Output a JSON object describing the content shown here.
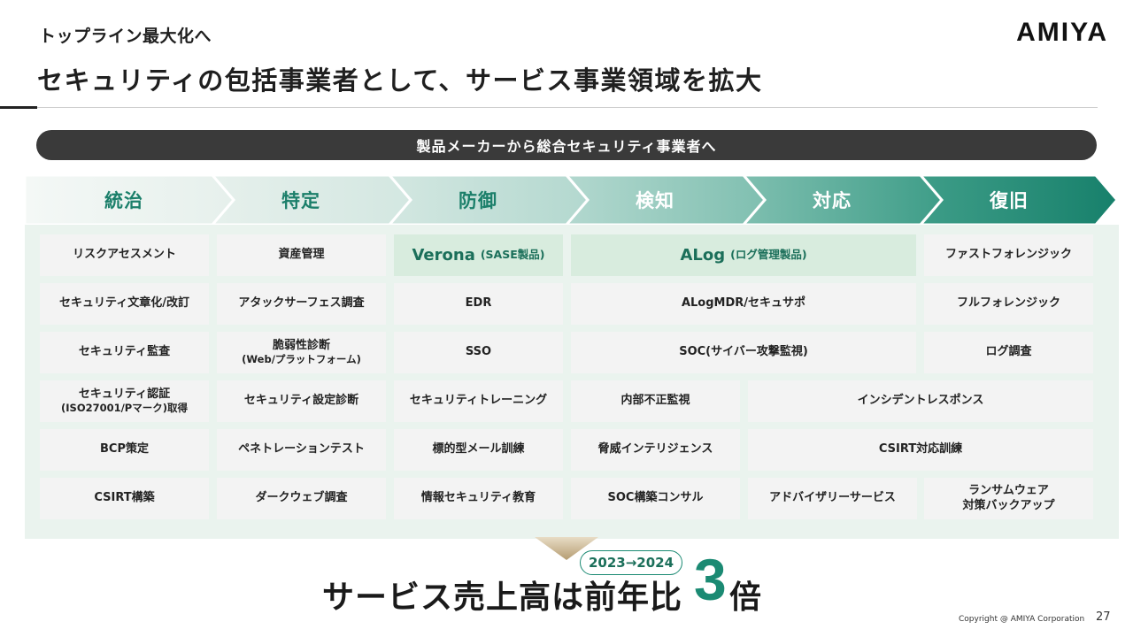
{
  "header": {
    "subtitle": "トップライン最大化へ",
    "title": "セキュリティの包括事業者として、サービス事業領域を拡大",
    "logo_text": "AMIYA"
  },
  "banner": "製品メーカーから総合セキュリティ事業者へ",
  "phases": [
    "統治",
    "特定",
    "防御",
    "検知",
    "対応",
    "復旧"
  ],
  "colors": {
    "accent": "#1b8a73",
    "banner_bg": "#3a3a3a",
    "panel_bg": "#eaf3ee",
    "cell_bg": "#f3f3f3",
    "highlight_bg": "#d8ecde"
  },
  "cells": {
    "c1": [
      "リスクアセスメント",
      "セキュリティ文章化/改訂",
      "セキュリティ監査",
      "セキュリティ認証",
      "BCP策定",
      "CSIRT構築"
    ],
    "c1_cert_sub": "(ISO27001/Pマーク)取得",
    "c2": [
      "資産管理",
      "アタックサーフェス調査",
      "脆弱性診断",
      "セキュリティ設定診断",
      "ペネトレーションテスト",
      "ダークウェブ調査"
    ],
    "c2_vuln_sub": "(Web/プラットフォーム)",
    "c3": [
      "EDR",
      "SSO",
      "セキュリティトレーニング",
      "標的型メール訓練",
      "情報セキュリティ教育"
    ],
    "verona": {
      "name": "Verona",
      "note": "(SASE製品)"
    },
    "alog": {
      "name": "ALog",
      "note": "(ログ管理製品)"
    },
    "c4_span": [
      "ALogMDR/セキュサポ",
      "SOC(サイバー攻撃監視)"
    ],
    "c4": [
      "内部不正監視",
      "脅威インテリジェンス",
      "SOC構築コンサル"
    ],
    "c56_span": [
      "インシデントレスポンス",
      "CSIRT対応訓練"
    ],
    "c5": [
      "アドバイザリーサービス"
    ],
    "c6": [
      "ファストフォレンジック",
      "フルフォレンジック",
      "ログ調査"
    ],
    "ransom": [
      "ランサムウェア",
      "対策バックアップ"
    ]
  },
  "result": {
    "years": "2023→2024",
    "text": "サービス売上高は前年比",
    "number": "3",
    "unit": "倍"
  },
  "footer": {
    "copyright": "Copyright @ AMIYA Corporation",
    "page": "27"
  }
}
